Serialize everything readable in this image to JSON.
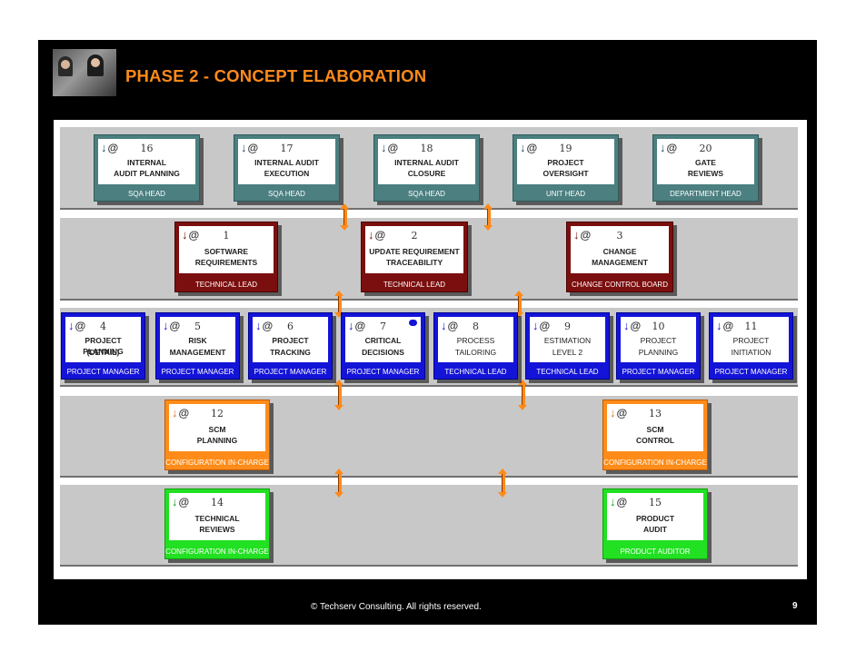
{
  "slide": {
    "title": "PHASE 2 - CONCEPT ELABORATION",
    "footer": "© Techserv Consulting.  All rights reserved.",
    "page_number": "9"
  },
  "colors": {
    "title": "#ff8a1a",
    "teal": "#4b7f80",
    "maroon": "#7b0e0e",
    "blue": "#1414d8",
    "orange": "#ff8c1a",
    "green": "#22e022",
    "band": "#c8c8c8"
  },
  "icons": {
    "arrow": "↓",
    "clip": "@",
    "comment": "comment-bubble-icon"
  },
  "boxes": [
    {
      "num": "16",
      "line1": "INTERNAL",
      "line2": "AUDIT PLANNING",
      "role": "SQA HEAD"
    },
    {
      "num": "17",
      "line1": "INTERNAL AUDIT",
      "line2": "EXECUTION",
      "role": "SQA HEAD"
    },
    {
      "num": "18",
      "line1": "INTERNAL AUDIT",
      "line2": "CLOSURE",
      "role": "SQA HEAD"
    },
    {
      "num": "19",
      "line1": "PROJECT",
      "line2": "OVERSIGHT",
      "role": "UNIT HEAD"
    },
    {
      "num": "20",
      "line1": "GATE",
      "line2": "REVIEWS",
      "role": "DEPARTMENT HEAD"
    },
    {
      "num": "1",
      "line1": "SOFTWARE",
      "line2": "REQUIREMENTS",
      "role": "TECHNICAL LEAD"
    },
    {
      "num": "2",
      "line1": "UPDATE REQUIREMENT",
      "line2": "TRACEABILITY",
      "role": "TECHNICAL LEAD"
    },
    {
      "num": "3",
      "line1": "CHANGE",
      "line2": "MANAGEMENT",
      "role": "CHANGE CONTROL BOARD"
    },
    {
      "num": "4",
      "line1": "PROJECT PLANNING",
      "line2": "(DETAIL)",
      "role": "PROJECT MANAGER"
    },
    {
      "num": "5",
      "line1": "RISK",
      "line2": "MANAGEMENT",
      "role": "PROJECT MANAGER"
    },
    {
      "num": "6",
      "line1": "PROJECT",
      "line2": "TRACKING",
      "role": "PROJECT MANAGER"
    },
    {
      "num": "7",
      "line1": "CRITICAL",
      "line2": "DECISIONS",
      "role": "PROJECT MANAGER"
    },
    {
      "num": "8",
      "line1": "PROCESS",
      "line2": "TAILORING",
      "role": "TECHNICAL LEAD"
    },
    {
      "num": "9",
      "line1": "ESTIMATION",
      "line2": "LEVEL 2",
      "role": "TECHNICAL LEAD"
    },
    {
      "num": "10",
      "line1": "PROJECT",
      "line2": "PLANNING",
      "role": "PROJECT MANAGER"
    },
    {
      "num": "11",
      "line1": "PROJECT",
      "line2": "INITIATION",
      "role": "PROJECT MANAGER"
    },
    {
      "num": "12",
      "line1": "SCM",
      "line2": "PLANNING",
      "role": "CONFIGURATION IN-CHARGE"
    },
    {
      "num": "13",
      "line1": "SCM",
      "line2": "CONTROL",
      "role": "CONFIGURATION IN-CHARGE"
    },
    {
      "num": "14",
      "line1": "TECHNICAL",
      "line2": "REVIEWS",
      "role": "CONFIGURATION IN-CHARGE"
    },
    {
      "num": "15",
      "line1": "PRODUCT",
      "line2": "AUDIT",
      "role": "PRODUCT AUDITOR"
    }
  ]
}
